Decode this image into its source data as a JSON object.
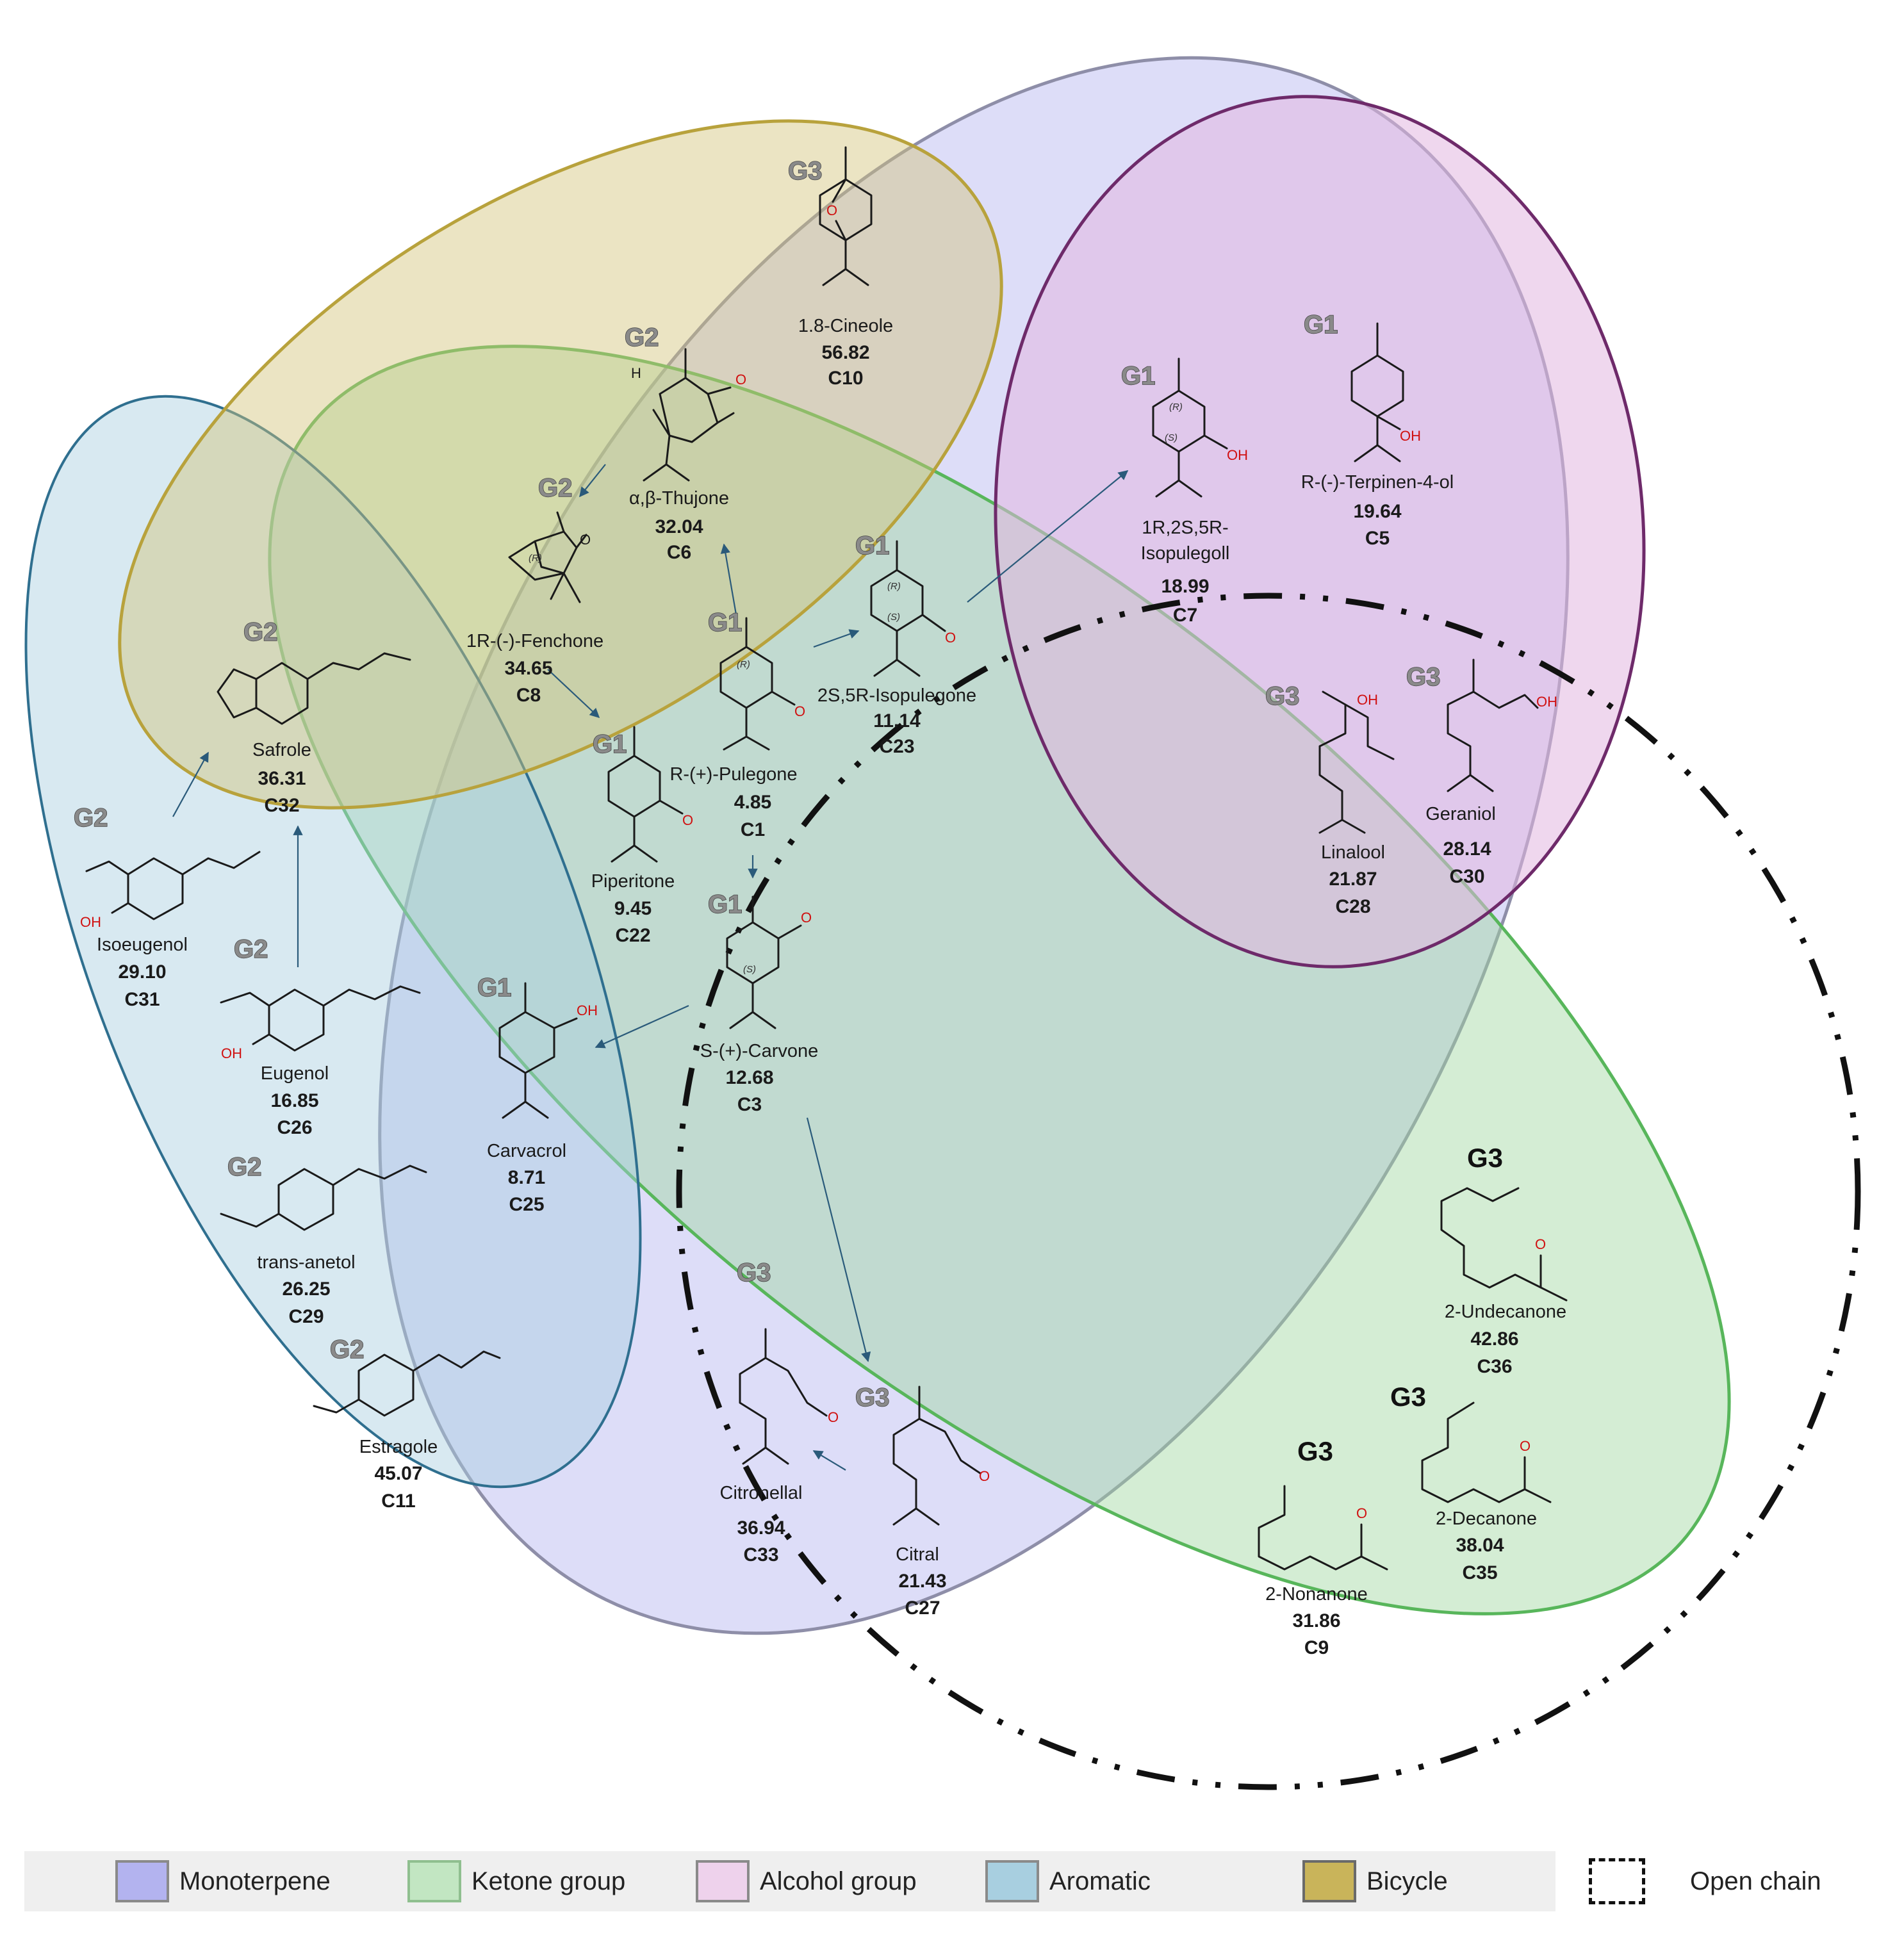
{
  "groups": {
    "monoterpene": {
      "label": "Monoterpene",
      "color": "#b3b3ef"
    },
    "ketone": {
      "label": "Ketone group",
      "color": "#9fd79f"
    },
    "alcohol": {
      "label": "Alcohol group",
      "color": "#e2b6e0"
    },
    "aromatic": {
      "label": "Aromatic",
      "color": "#a8cfe0"
    },
    "bicycle": {
      "label": "Bicycle",
      "color": "#d2c479"
    },
    "open_chain": {
      "label": "Open chain"
    }
  },
  "compounds": {
    "cineole": {
      "group": "G3",
      "name": "1.8-Cineole",
      "value": "56.82",
      "code": "C10"
    },
    "thujone": {
      "group": "G2",
      "name": "α,β-Thujone",
      "value": "32.04",
      "code": "C6"
    },
    "fenchone": {
      "group": "G2",
      "name": "1R-(-)-Fenchone",
      "value": "34.65",
      "code": "C8"
    },
    "safrole": {
      "group": "G2",
      "name": "Safrole",
      "value": "36.31",
      "code": "C32"
    },
    "isoeugenol": {
      "group": "G2",
      "name": "Isoeugenol",
      "value": "29.10",
      "code": "C31"
    },
    "eugenol": {
      "group": "G2",
      "name": "Eugenol",
      "value": "16.85",
      "code": "C26"
    },
    "anetol": {
      "group": "G2",
      "name": "trans-anetol",
      "value": "26.25",
      "code": "C29"
    },
    "estragole": {
      "group": "G2",
      "name": "Estragole",
      "value": "45.07",
      "code": "C11"
    },
    "carvacrol": {
      "group": "G1",
      "name": "Carvacrol",
      "value": "8.71",
      "code": "C25"
    },
    "pulegone": {
      "group": "G1",
      "name": "R-(+)-Pulegone",
      "value": "4.85",
      "code": "C1"
    },
    "piperitone": {
      "group": "G1",
      "name": "Piperitone",
      "value": "9.45",
      "code": "C22"
    },
    "isopulegone": {
      "group": "G1",
      "name": "2S,5R-Isopulegone",
      "value": "11.14",
      "code": "C23"
    },
    "carvone": {
      "group": "G1",
      "name": "S-(+)-Carvone",
      "value": "12.68",
      "code": "C3"
    },
    "isopulegol": {
      "group": "G1",
      "name_line1": "1R,2S,5R-",
      "name_line2": "Isopulegoll",
      "value": "18.99",
      "code": "C7"
    },
    "terpinenol": {
      "group": "G1",
      "name": "R-(-)-Terpinen-4-ol",
      "value": "19.64",
      "code": "C5"
    },
    "linalool": {
      "group": "G3",
      "name": "Linalool",
      "value": "21.87",
      "code": "C28"
    },
    "geraniol": {
      "group": "G3",
      "name": "Geraniol",
      "value": "28.14",
      "code": "C30"
    },
    "citronellal": {
      "group": "G3",
      "name": "Citronellal",
      "value": "36.94",
      "code": "C33"
    },
    "citral": {
      "group": "G3",
      "name": "Citral",
      "value": "21.43",
      "code": "C27"
    },
    "undecanone": {
      "group": "G3",
      "name": "2-Undecanone",
      "value": "42.86",
      "code": "C36"
    },
    "decanone": {
      "group": "G3",
      "name": "2-Decanone",
      "value": "38.04",
      "code": "C35"
    },
    "nonanone": {
      "group": "G3",
      "name": "2-Nonanone",
      "value": "31.86",
      "code": "C9"
    }
  },
  "atoms": {
    "oxygen": "O",
    "hydroxyl": "OH",
    "hydrogen": "H",
    "stereo_r": "(R)",
    "stereo_s": "(S)"
  }
}
